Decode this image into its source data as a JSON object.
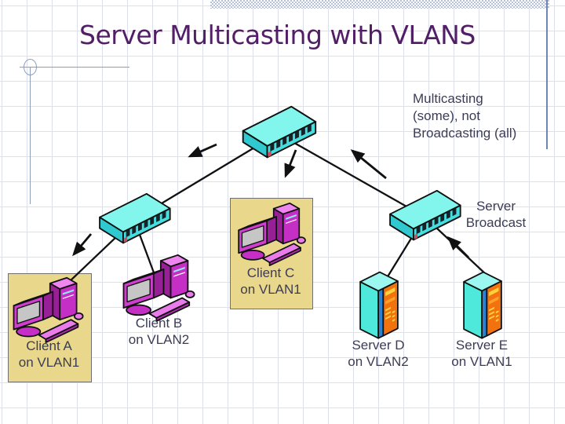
{
  "slide": {
    "title": "Server Multicasting with VLANS",
    "note_lines": [
      "Multicasting",
      "(some), not",
      "Broadcasting (all)"
    ],
    "broadcast_caption": [
      "Server",
      "Broadcast"
    ]
  },
  "labels": {
    "client_a": {
      "name": "Client A",
      "vlan": "on VLAN1"
    },
    "client_b": {
      "name": "Client B",
      "vlan": "on VLAN2"
    },
    "client_c": {
      "name": "Client C",
      "vlan": "on VLAN1"
    },
    "server_d": {
      "name": "Server D",
      "vlan": "on VLAN2"
    },
    "server_e": {
      "name": "Server E",
      "vlan": "on VLAN1"
    }
  },
  "icons": {
    "network_switch": "isometric cyan switch box with 7 dark ports",
    "client_computer": "isometric magenta desktop PC with monitor, tower, keyboard, mouse",
    "server_tower": "isometric cyan server tower with orange front panel",
    "broadcast_arrow": "black solid-head arrow"
  },
  "colors": {
    "title": "#521e66",
    "body_text": "#3c3c55",
    "switch_cyan": "#4fe4e0",
    "client_magenta": "#c62fc6",
    "server_cyan": "#4fe9dc",
    "server_orange": "#f2720f",
    "highlight_box": "#e9d88c",
    "connector": "#111111",
    "grid_line": "#dcdfee",
    "accent_bar": "#c6cfe2",
    "accent_line": "#6d86b8"
  }
}
